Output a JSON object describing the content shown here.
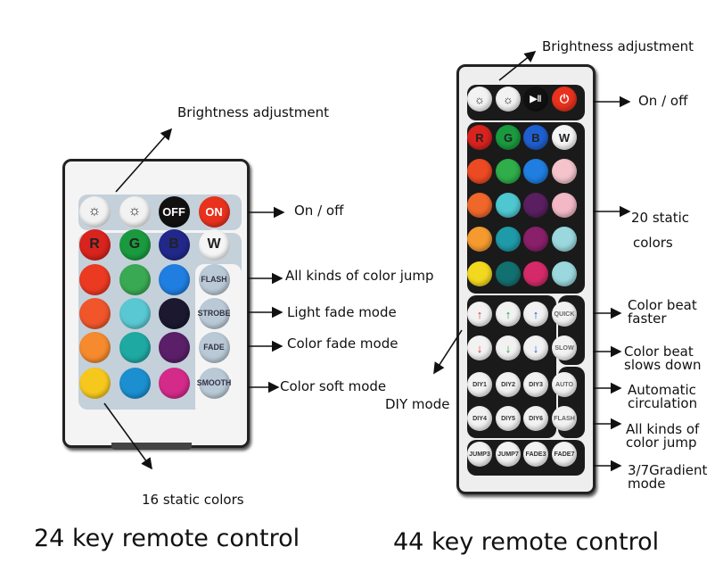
{
  "remote24": {
    "title": "24 key remote control",
    "rows": [
      [
        {
          "label": "☼",
          "color": "#f2f2f2",
          "text": "#222",
          "name": "brightness-up"
        },
        {
          "label": "☼",
          "color": "#f2f2f2",
          "text": "#222",
          "name": "brightness-down"
        },
        {
          "label": "OFF",
          "color": "#111111",
          "text": "#fff",
          "name": "off"
        },
        {
          "label": "ON",
          "color": "#e8321e",
          "text": "#fff",
          "name": "on"
        }
      ],
      [
        {
          "label": "R",
          "color": "#d8231e",
          "text": "#222",
          "name": "red"
        },
        {
          "label": "G",
          "color": "#1a9a3f",
          "text": "#222",
          "name": "green"
        },
        {
          "label": "B",
          "color": "#22288a",
          "text": "#222",
          "name": "blue"
        },
        {
          "label": "W",
          "color": "#f5f5f5",
          "text": "#222",
          "name": "white"
        }
      ],
      [
        {
          "label": "",
          "color": "#ec3a22",
          "name": "color"
        },
        {
          "label": "",
          "color": "#3aa953",
          "name": "color"
        },
        {
          "label": "",
          "color": "#1f7ee0",
          "name": "color"
        },
        {
          "label": "FLASH",
          "color": "#b9c9d6",
          "text": "#334",
          "name": "flash"
        }
      ],
      [
        {
          "label": "",
          "color": "#f0562a",
          "name": "color"
        },
        {
          "label": "",
          "color": "#59c8d2",
          "name": "color"
        },
        {
          "label": "",
          "color": "#1b1830",
          "name": "color"
        },
        {
          "label": "STROBE",
          "color": "#b9c9d6",
          "text": "#334",
          "name": "strobe"
        }
      ],
      [
        {
          "label": "",
          "color": "#f58a2e",
          "name": "color"
        },
        {
          "label": "",
          "color": "#1fa9a3",
          "name": "color"
        },
        {
          "label": "",
          "color": "#5a1f68",
          "name": "color"
        },
        {
          "label": "FADE",
          "color": "#b9c9d6",
          "text": "#334",
          "name": "fade"
        }
      ],
      [
        {
          "label": "",
          "color": "#f6c81e",
          "name": "color"
        },
        {
          "label": "",
          "color": "#1b8fd0",
          "name": "color"
        },
        {
          "label": "",
          "color": "#d42a8a",
          "name": "color"
        },
        {
          "label": "SMOOTH",
          "color": "#b9c9d6",
          "text": "#334",
          "name": "smooth"
        }
      ]
    ],
    "annotations": {
      "brightness": "Brightness adjustment",
      "onoff": "On / off",
      "jump": "All kinds of color jump",
      "fade_light": "Light fade mode",
      "fade_color": "Color fade mode",
      "soft": "Color soft mode",
      "static": "16 static colors"
    }
  },
  "remote44": {
    "title": "44 key remote control",
    "rows": [
      [
        {
          "label": "☼",
          "color": "#f2f2f2",
          "text": "#222",
          "name": "brightness-up"
        },
        {
          "label": "☼",
          "color": "#f2f2f2",
          "text": "#222",
          "name": "brightness-down"
        },
        {
          "label": "▶‖",
          "color": "#111111",
          "text": "#fff",
          "name": "play-pause"
        },
        {
          "label": "⏻",
          "color": "#e8321e",
          "text": "#fff",
          "name": "power"
        }
      ],
      [
        {
          "label": "R",
          "color": "#d8231e",
          "text": "#222",
          "name": "red"
        },
        {
          "label": "G",
          "color": "#1a9a3f",
          "text": "#222",
          "name": "green"
        },
        {
          "label": "B",
          "color": "#1f5fd0",
          "text": "#222",
          "name": "blue"
        },
        {
          "label": "W",
          "color": "#f5f5f5",
          "text": "#222",
          "name": "white"
        }
      ],
      [
        {
          "label": "",
          "color": "#ec4a22",
          "name": "color"
        },
        {
          "label": "",
          "color": "#2fae4a",
          "name": "color"
        },
        {
          "label": "",
          "color": "#1f7ee0",
          "name": "color"
        },
        {
          "label": "",
          "color": "#f4c3cc",
          "name": "color"
        }
      ],
      [
        {
          "label": "",
          "color": "#f0672a",
          "name": "color"
        },
        {
          "label": "",
          "color": "#4ec7d0",
          "name": "color"
        },
        {
          "label": "",
          "color": "#5a1f60",
          "name": "color"
        },
        {
          "label": "",
          "color": "#f2b8c6",
          "name": "color"
        }
      ],
      [
        {
          "label": "",
          "color": "#f59a2e",
          "name": "color"
        },
        {
          "label": "",
          "color": "#1f9aa8",
          "name": "color"
        },
        {
          "label": "",
          "color": "#8a1f6a",
          "name": "color"
        },
        {
          "label": "",
          "color": "#9ad8de",
          "name": "color"
        }
      ],
      [
        {
          "label": "",
          "color": "#f2d81e",
          "name": "color"
        },
        {
          "label": "",
          "color": "#137070",
          "name": "color"
        },
        {
          "label": "",
          "color": "#d42a6a",
          "name": "color"
        },
        {
          "label": "",
          "color": "#9ad8de",
          "name": "color"
        }
      ],
      [
        {
          "label": "↑",
          "color": "#f2f2f2",
          "text": "#e0302a",
          "name": "red-up"
        },
        {
          "label": "↑",
          "color": "#f2f2f2",
          "text": "#1a9a3f",
          "name": "green-up"
        },
        {
          "label": "↑",
          "color": "#f2f2f2",
          "text": "#1f5fd0",
          "name": "blue-up"
        },
        {
          "label": "QUICK",
          "color": "#f2f2f2",
          "text": "#666",
          "name": "quick"
        }
      ],
      [
        {
          "label": "↓",
          "color": "#f2f2f2",
          "text": "#e0302a",
          "name": "red-down"
        },
        {
          "label": "↓",
          "color": "#f2f2f2",
          "text": "#1a9a3f",
          "name": "green-down"
        },
        {
          "label": "↓",
          "color": "#f2f2f2",
          "text": "#1f5fd0",
          "name": "blue-down"
        },
        {
          "label": "SLOW",
          "color": "#f2f2f2",
          "text": "#666",
          "name": "slow"
        }
      ],
      [
        {
          "label": "DIY1",
          "color": "#f2f2f2",
          "text": "#333",
          "name": "diy1"
        },
        {
          "label": "DIY2",
          "color": "#f2f2f2",
          "text": "#333",
          "name": "diy2"
        },
        {
          "label": "DIY3",
          "color": "#f2f2f2",
          "text": "#333",
          "name": "diy3"
        },
        {
          "label": "AUTO",
          "color": "#f2f2f2",
          "text": "#666",
          "name": "auto"
        }
      ],
      [
        {
          "label": "DIY4",
          "color": "#f2f2f2",
          "text": "#333",
          "name": "diy4"
        },
        {
          "label": "DIY5",
          "color": "#f2f2f2",
          "text": "#333",
          "name": "diy5"
        },
        {
          "label": "DIY6",
          "color": "#f2f2f2",
          "text": "#333",
          "name": "diy6"
        },
        {
          "label": "FLASH",
          "color": "#f2f2f2",
          "text": "#666",
          "name": "flash"
        }
      ],
      [
        {
          "label": "JUMP3",
          "color": "#f2f2f2",
          "text": "#333",
          "name": "jump3"
        },
        {
          "label": "JUMP7",
          "color": "#f2f2f2",
          "text": "#333",
          "name": "jump7"
        },
        {
          "label": "FADE3",
          "color": "#f2f2f2",
          "text": "#333",
          "name": "fade3"
        },
        {
          "label": "FADE7",
          "color": "#f2f2f2",
          "text": "#333",
          "name": "fade7"
        }
      ]
    ],
    "annotations": {
      "brightness": "Brightness adjustment",
      "onoff": "On / off",
      "static_1": "20 static",
      "static_2": "colors",
      "quick_1": "Color beat",
      "quick_2": "faster",
      "slow_1": "Color beat",
      "slow_2": "slows down",
      "auto_1": "Automatic",
      "auto_2": "circulation",
      "flash_1": "All kinds of",
      "flash_2": "color jump",
      "gradient_1": "3/7Gradient",
      "gradient_2": "mode",
      "diy": "DIY mode"
    }
  }
}
